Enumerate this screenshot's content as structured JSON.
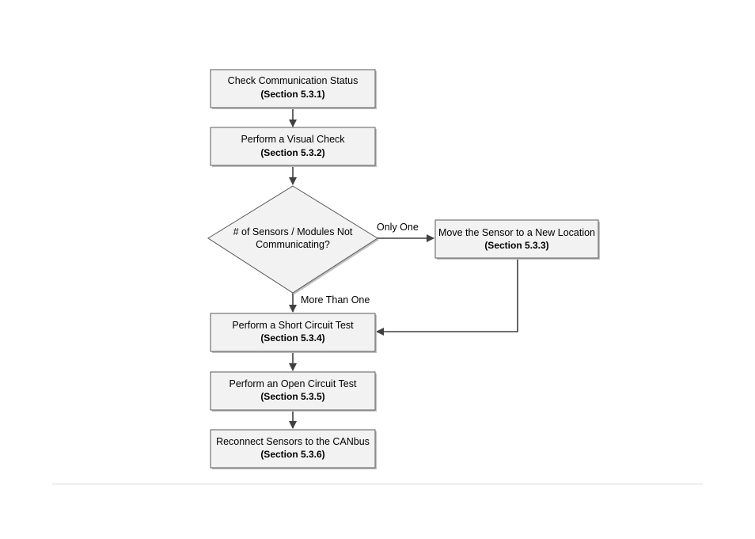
{
  "nodes": {
    "check_comm": {
      "title": "Check Communication Status",
      "section": "(Section 5.3.1)"
    },
    "visual_check": {
      "title": "Perform a Visual Check",
      "section": "(Section 5.3.2)"
    },
    "decision": {
      "line1": "# of Sensors / Modules Not",
      "line2": "Communicating?"
    },
    "move_sensor": {
      "title": "Move the Sensor to a New Location",
      "section": "(Section 5.3.3)"
    },
    "short_circuit": {
      "title": "Perform a Short Circuit Test",
      "section": "(Section 5.3.4)"
    },
    "open_circuit": {
      "title": "Perform an Open Circuit Test",
      "section": "(Section 5.3.5)"
    },
    "reconnect": {
      "title": "Reconnect Sensors to the CANbus",
      "section": "(Section 5.3.6)"
    }
  },
  "edges": {
    "only_one": "Only One",
    "more_than_one": "More Than One"
  },
  "colors": {
    "box_fill": "#f2f2f2",
    "box_stroke": "#5a5a5a",
    "arrow": "#404040",
    "shadow": "#bfbfbf"
  }
}
